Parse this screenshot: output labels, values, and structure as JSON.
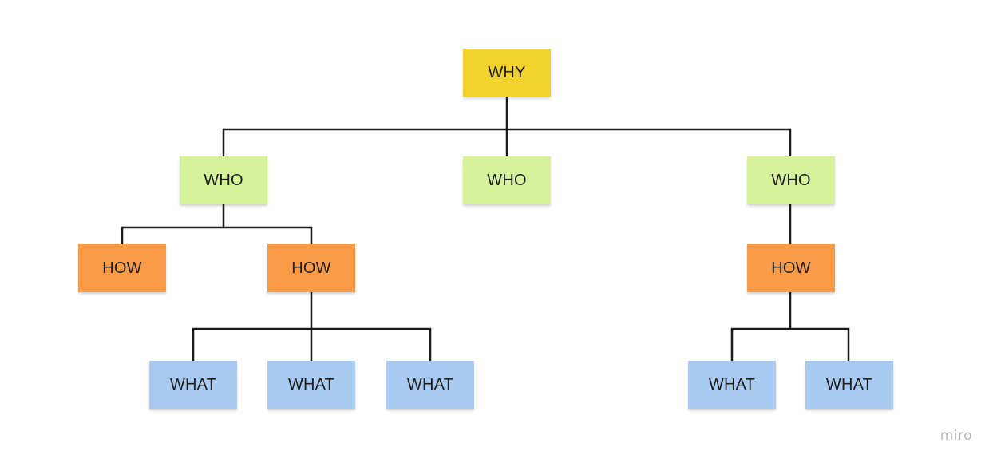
{
  "diagram": {
    "nodes": {
      "why": {
        "label": "WHY"
      },
      "who1": {
        "label": "WHO"
      },
      "who2": {
        "label": "WHO"
      },
      "who3": {
        "label": "WHO"
      },
      "how1": {
        "label": "HOW"
      },
      "how2": {
        "label": "HOW"
      },
      "how3": {
        "label": "HOW"
      },
      "what1": {
        "label": "WHAT"
      },
      "what2": {
        "label": "WHAT"
      },
      "what3": {
        "label": "WHAT"
      },
      "what4": {
        "label": "WHAT"
      },
      "what5": {
        "label": "WHAT"
      }
    },
    "edges": [
      {
        "from": "why",
        "to": "who1"
      },
      {
        "from": "why",
        "to": "who2"
      },
      {
        "from": "why",
        "to": "who3"
      },
      {
        "from": "who1",
        "to": "how1"
      },
      {
        "from": "who1",
        "to": "how2"
      },
      {
        "from": "who3",
        "to": "how3"
      },
      {
        "from": "how2",
        "to": "what1"
      },
      {
        "from": "how2",
        "to": "what2"
      },
      {
        "from": "how2",
        "to": "what3"
      },
      {
        "from": "how3",
        "to": "what4"
      },
      {
        "from": "how3",
        "to": "what5"
      }
    ],
    "colors": {
      "why": "#f2d22c",
      "who": "#d6f29b",
      "how": "#f99a47",
      "what": "#a9cbf1",
      "connector": "#1a1a1a"
    }
  },
  "watermark": {
    "text": "miro"
  }
}
